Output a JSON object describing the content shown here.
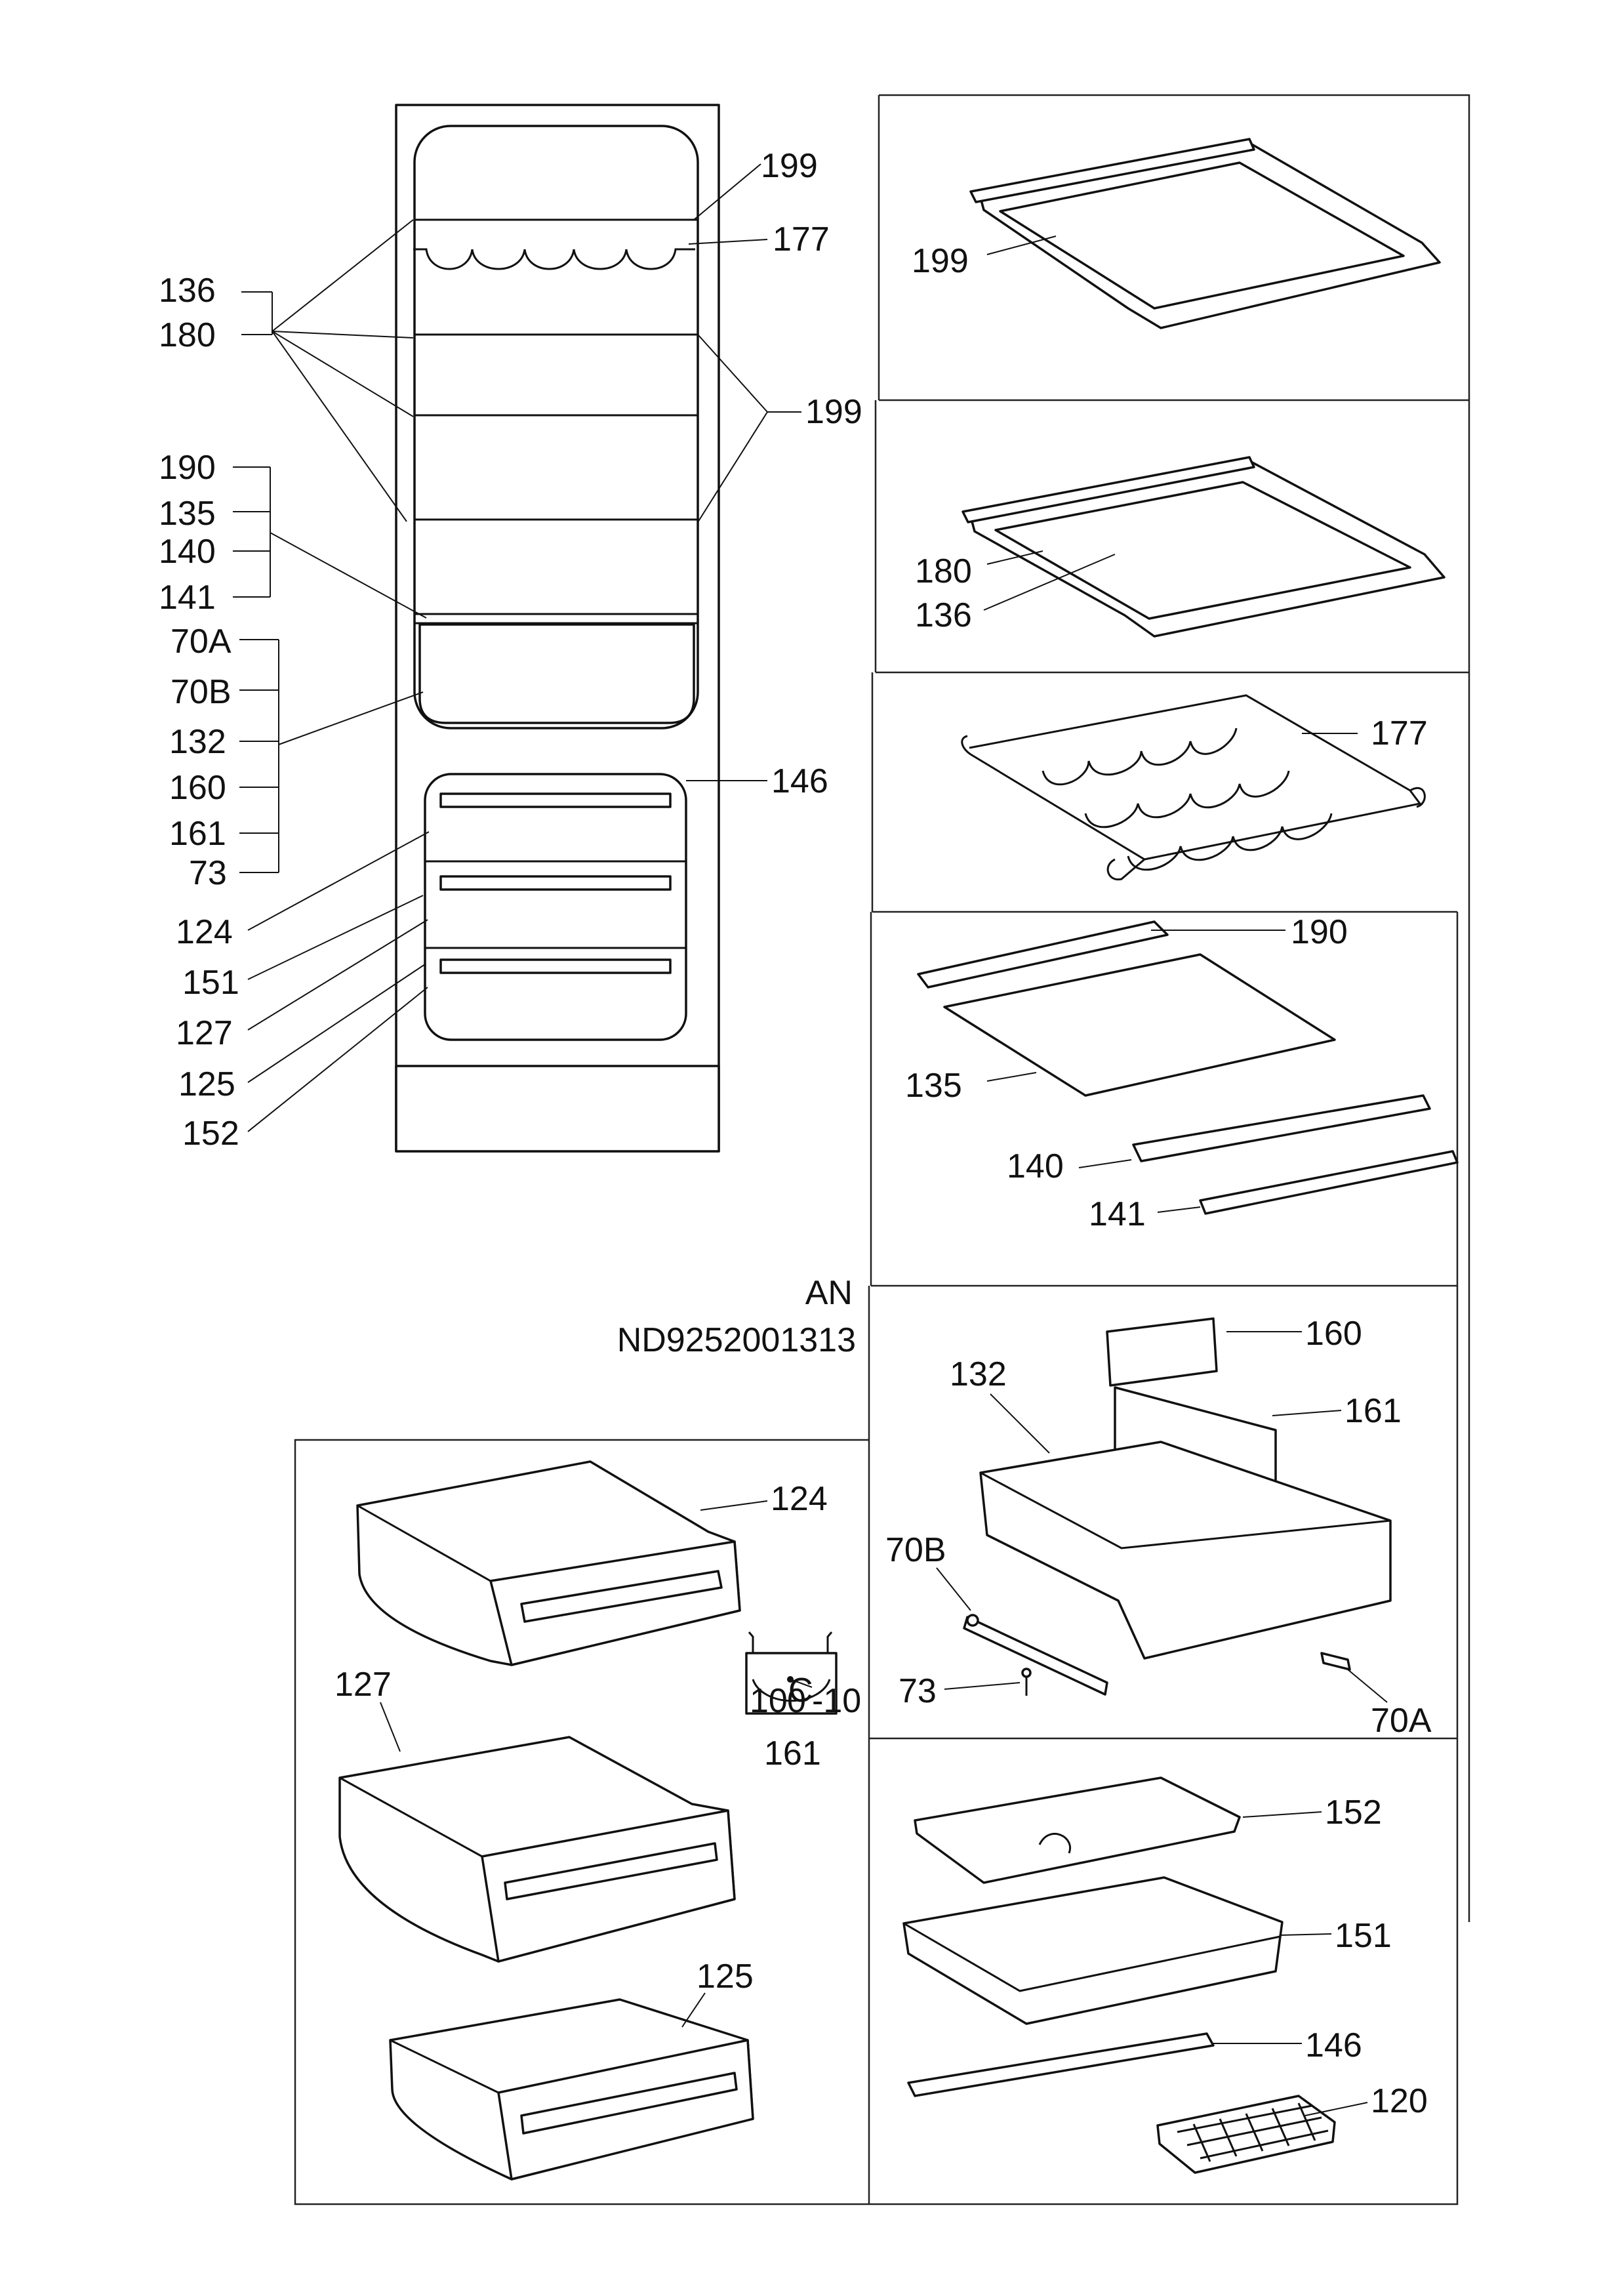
{
  "overview": {
    "labels": {
      "l199a": "199",
      "l177": "177",
      "l136": "136",
      "l180": "180",
      "l199b": "199",
      "l190": "190",
      "l135": "135",
      "l140": "140",
      "l141": "141",
      "l70A": "70A",
      "l70B": "70B",
      "l132": "132",
      "l160": "160",
      "l161": "161",
      "l73": "73",
      "l146": "146",
      "l124": "124",
      "l151": "151",
      "l127": "127",
      "l125": "125",
      "l152": "152"
    }
  },
  "doc_info": {
    "variant": "AN",
    "code": "ND9252001313"
  },
  "panels": {
    "shelf_199": {
      "label": "199"
    },
    "shelf_180_136": {
      "label_frame": "180",
      "label_glass": "136"
    },
    "bottle_rack": {
      "label": "177"
    },
    "glass_shelf_set": {
      "trim": "190",
      "glass": "135",
      "front": "140",
      "insert": "141"
    },
    "crisper": {
      "drawer": "132",
      "cover": "160",
      "divider": "161",
      "rail_b": "70B",
      "screw": "73",
      "rail_a": "70A"
    },
    "drawers": {
      "top": "124",
      "middle": "127",
      "bottom": "125",
      "dial": "161",
      "dial_c": "C",
      "dial_ticks": [
        "10",
        "0",
        "-10"
      ]
    },
    "misc": {
      "cover": "152",
      "tray": "151",
      "bar": "146",
      "ice_tray": "120"
    }
  }
}
